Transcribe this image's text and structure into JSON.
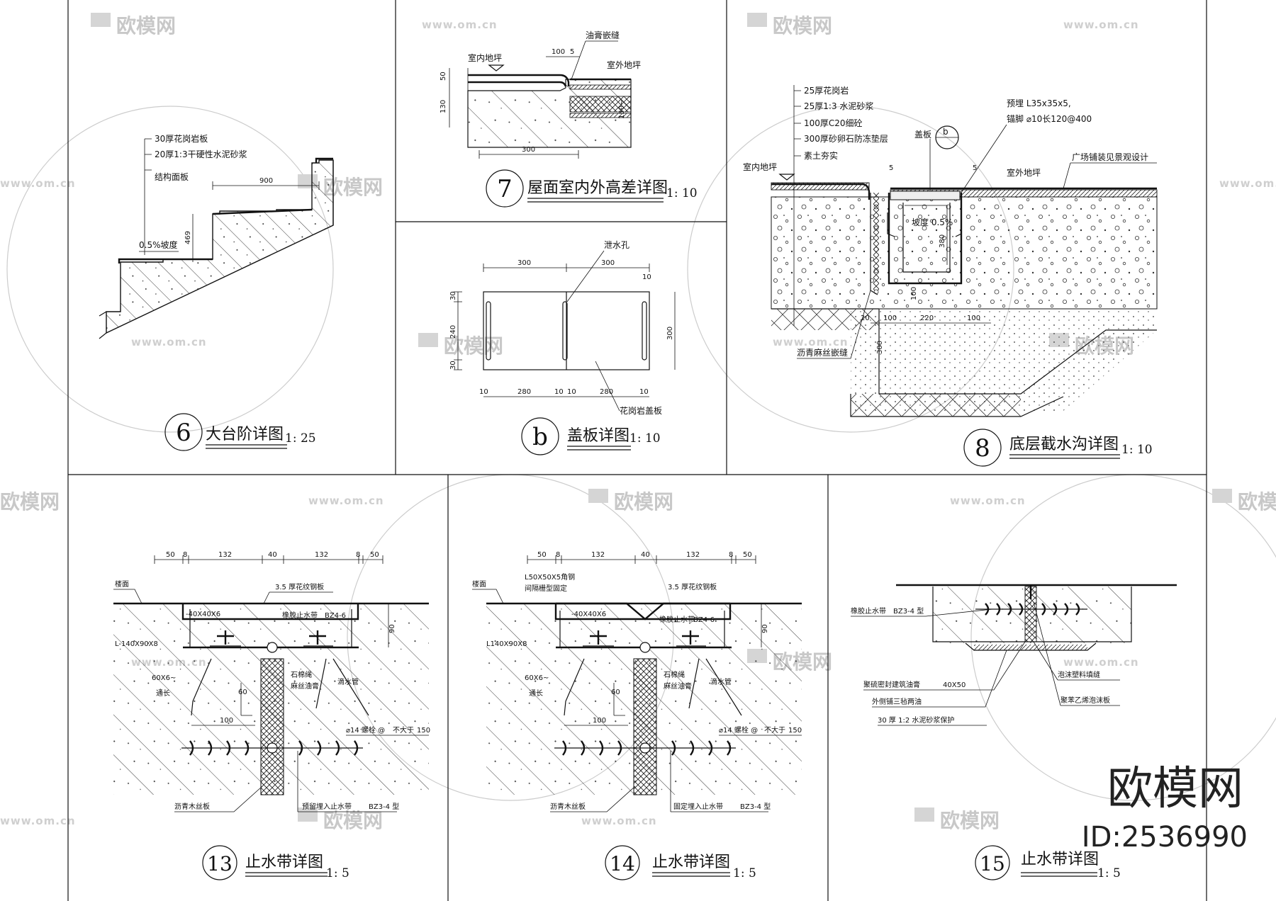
{
  "sheet": {
    "watermark": {
      "logo_text": "欧模网",
      "url_text": "www.om.cn"
    },
    "brand": {
      "name": "欧模网",
      "id_text": "ID:2536990"
    }
  },
  "details": {
    "d6": {
      "number": "6",
      "title": "大台阶详图",
      "scale": "1: 25",
      "notes": [
        "30厚花岗岩板",
        "20厚1:3干硬性水泥砂浆",
        "结构面板"
      ],
      "dims": [
        "900",
        "469"
      ],
      "slope": "0.5%坡度"
    },
    "d7": {
      "number": "7",
      "title": "屋面室内外高差详图",
      "scale": "1: 10",
      "labels": [
        "室内地坪",
        "油膏嵌缝",
        "室外地坪"
      ],
      "dims": [
        "100",
        "5",
        "50",
        "130",
        "300",
        "150~"
      ]
    },
    "db": {
      "number": "b",
      "title": "盖板详图",
      "scale": "1: 10",
      "labels": [
        "泄水孔",
        "花岗岩盖板"
      ],
      "dims_top": [
        "300",
        "300"
      ],
      "dims_bottom": [
        "10",
        "280",
        "10",
        "10",
        "280",
        "10"
      ],
      "dims_left": [
        "30",
        "240",
        "30"
      ],
      "dims_right": [
        "10",
        "300"
      ]
    },
    "d8": {
      "number": "8",
      "title": "底层截水沟详图",
      "scale": "1: 10",
      "notes": [
        "25厚花岗岩",
        "25厚1:3 水泥砂浆",
        "100厚C20细砼",
        "300厚砂卵石防冻垫层",
        "素土夯实"
      ],
      "labels": [
        "预埋 L35x35x5,",
        "锚脚 ⌀10长120@400",
        "室内地坪",
        "室外地坪",
        "广场铺装见景观设计",
        "盖板",
        "坡度 0.5%",
        "沥青麻丝嵌缝"
      ],
      "callout": "b",
      "dims": [
        "5",
        "5",
        "380",
        "100",
        "20",
        "100",
        "220",
        "100",
        "300"
      ]
    },
    "d13": {
      "number": "13",
      "title": "止水带详图",
      "scale": "1: 5",
      "dims": [
        "50",
        "8",
        "132",
        "40",
        "132",
        "8",
        "50"
      ],
      "labels": [
        "楼面",
        "3.5 厚花纹钢板",
        "-40X40X6",
        "橡胶止水带",
        "BZ4-6",
        "L-140X90X8",
        "60X6~",
        "通长",
        "石棉绳",
        "麻丝油膏",
        "滴水管",
        "60",
        "100",
        "⌀14 螺栓 @",
        "不大于",
        "150",
        "90",
        "沥青木丝板",
        "预留埋入止水带",
        "BZ3-4 型"
      ]
    },
    "d14": {
      "number": "14",
      "title": "止水带详图",
      "scale": "1: 5",
      "dims": [
        "50",
        "8",
        "132",
        "40",
        "132",
        "8",
        "50"
      ],
      "labels": [
        "楼面",
        "L50X50X5角钢",
        "间隔栅型固定",
        "3.5 厚花纹钢板",
        "-40X40X6",
        "橡胶止水带",
        "BZ4-6",
        "L140X90X8",
        "60X6~",
        "通长",
        "石棉绳",
        "麻丝油膏",
        "滴水管",
        "60",
        "100",
        "⌀14 螺栓 @",
        "不大于",
        "150",
        "90",
        "沥青木丝板",
        "固定埋入止水带",
        "BZ3-4 型"
      ]
    },
    "d15": {
      "number": "15",
      "title": "止水带详图",
      "scale": "1: 5",
      "labels": [
        "橡胶止水带",
        "BZ3-4 型",
        "聚硫密封建筑油膏",
        "40X50",
        "外侧铺三毡两油",
        "30 厚 1:2 水泥砂浆保护",
        "泡沫塑料填缝",
        "聚苯乙烯泡沫板"
      ]
    }
  }
}
